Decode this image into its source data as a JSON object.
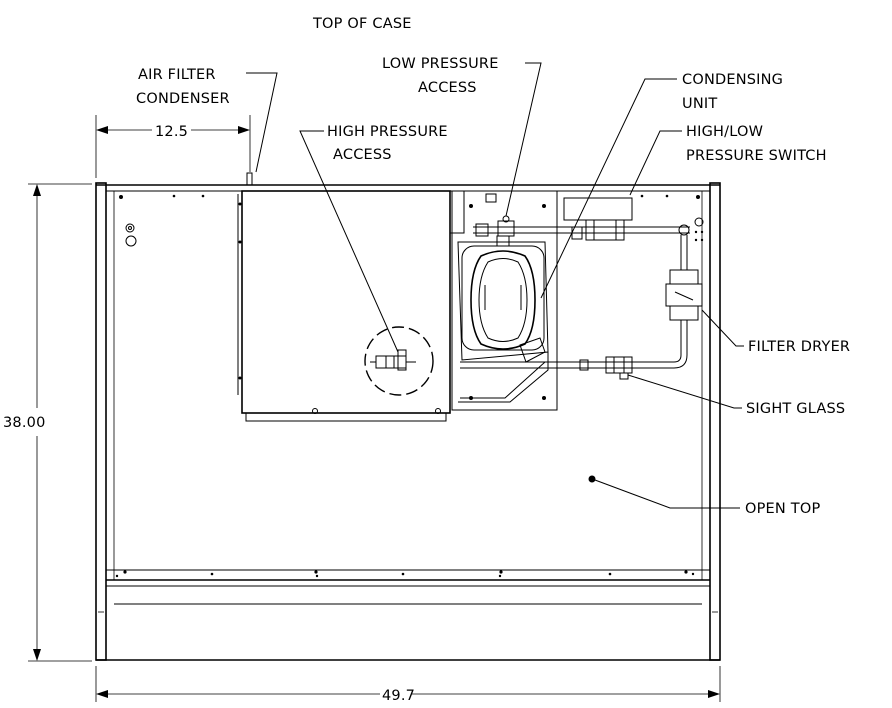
{
  "title": "TOP OF CASE",
  "labels": {
    "air_filter_line1": "AIR FILTER",
    "air_filter_line2": "CONDENSER",
    "low_pressure_line1": "LOW PRESSURE",
    "low_pressure_line2": "ACCESS",
    "condensing_line1": "CONDENSING",
    "condensing_line2": "UNIT",
    "high_pressure_line1": "HIGH PRESSURE",
    "high_pressure_line2": "ACCESS",
    "switch_line1": "HIGH/LOW",
    "switch_line2": "PRESSURE SWITCH",
    "filter_dryer": "FILTER DRYER",
    "sight_glass": "SIGHT GLASS",
    "open_top": "OPEN TOP"
  },
  "dimensions": {
    "left_offset": "12.5",
    "height": "38.00",
    "width": "49.7"
  }
}
